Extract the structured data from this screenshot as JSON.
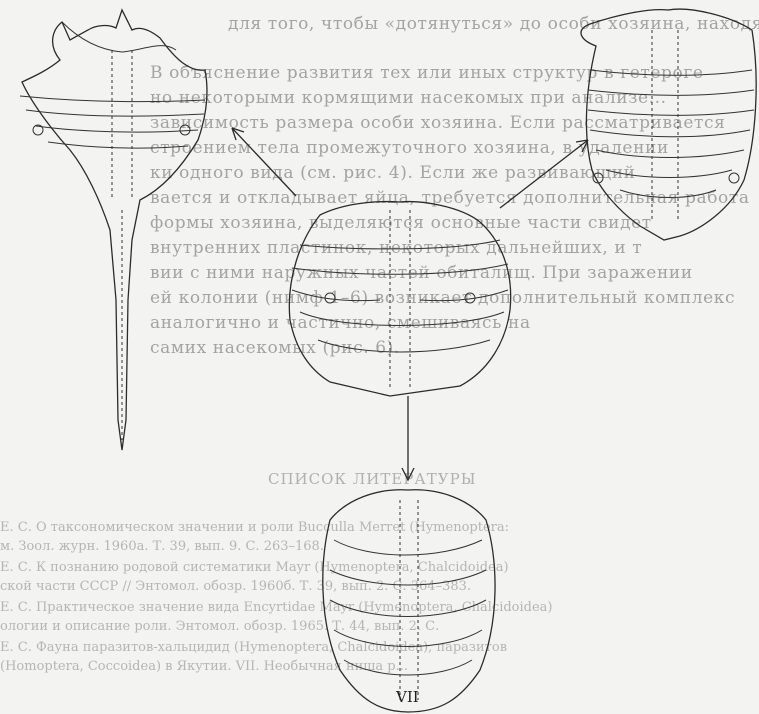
{
  "page": {
    "background_color": "#f3f3f1",
    "ink_color": "#2b2b2b",
    "faded_text_color": "#a3a3a3"
  },
  "text_lines": [
    "для того, чтобы «дотянуться» до особи хозяина, находящ",
    "В объяснение развития тех или иных структур в гетероге",
    "но некоторыми кормящими насекомых при анализе...",
    "зависимость размера особи хозяина. Если рассматривается",
    "строением тела промежуточного хозяина, в удалении",
    "ки одного вида (см. рис. 4). Если же развивающий",
    "вается и откладывает яйца, требуется дополнительная работа",
    "формы хозяина, выделяются основные части свидет",
    "внутренних пластинок, некоторых дальнейших, и т",
    "вии с ними наружных частей обиталищ. При заражении",
    "ей колонии (нимф 1–6) возникает дополнительный комплекс",
    "аналогично и частично, смешиваясь на",
    "самих насекомых (рис. 6)."
  ],
  "references": {
    "heading": "СПИСОК ЛИТЕРАТУРЫ",
    "items": [
      "Е. С. О таксономическом значении и роли Bucculla Merret (Hymenoptera:",
      "м. Зоол. журн. 1960а. Т. 39, вып. 9. С. 263–168.",
      "Е. С. К познанию родовой систематики Mayr (Hymenoptera, Chalcidoidea)",
      "ской части СССР // Энтомол. обозр. 1960б. Т. 39, вып. 2. С. 364–383.",
      "Е. С. Практическое значение вида Encyrtidae Mayr (Hymenoptera, Chalcidoidea)",
      "ологии и описание роли. Энтомол. обозр. 1965. Т. 44, вып. 2. С.",
      "Е. С. Фауна паразитов-хальцидид (Hymenoptera, Chalcidoidea), паразитов",
      "(Homoptera, Coccoidea) в Якутии. VII. Необычная ниша р..."
    ]
  },
  "figure": {
    "stage_label": "VII",
    "stroke_color": "#2b2b2b"
  }
}
